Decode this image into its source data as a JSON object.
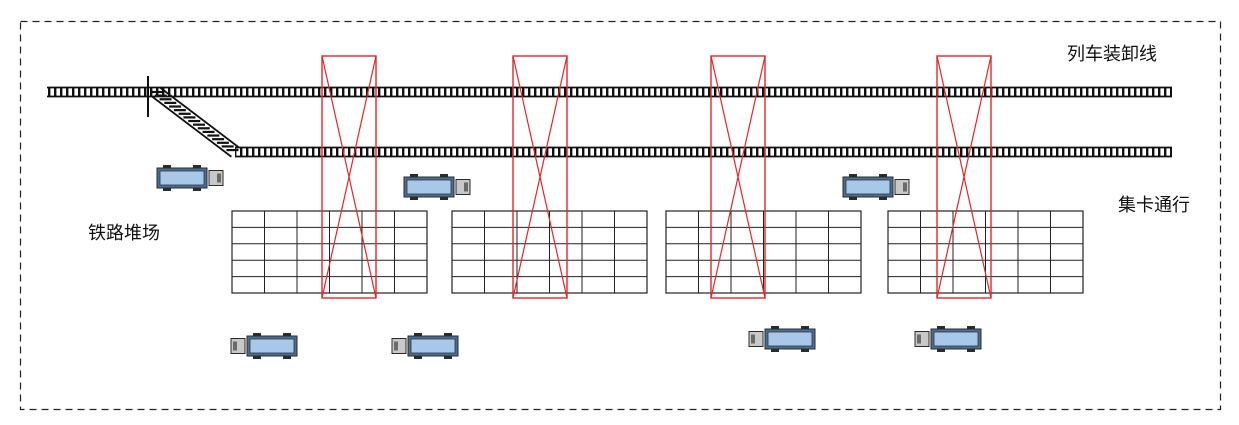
{
  "labels": {
    "loading_line": "列车装卸线",
    "truck_lane": "集卡通行",
    "rail_yard": "铁路堆场"
  },
  "colors": {
    "border": "#222222",
    "rail": "#111111",
    "crane": "#e8242a",
    "truck_body": "#a8c8ea",
    "truck_outline": "#2b2b2b",
    "truck_cab": "#c8c8c8",
    "grid": "#222222"
  },
  "layout_counts": {
    "tracks": 2,
    "gantry_cranes": 4,
    "storage_blocks": 4,
    "block_rows": 5,
    "block_cols": 6,
    "trucks": 7
  }
}
